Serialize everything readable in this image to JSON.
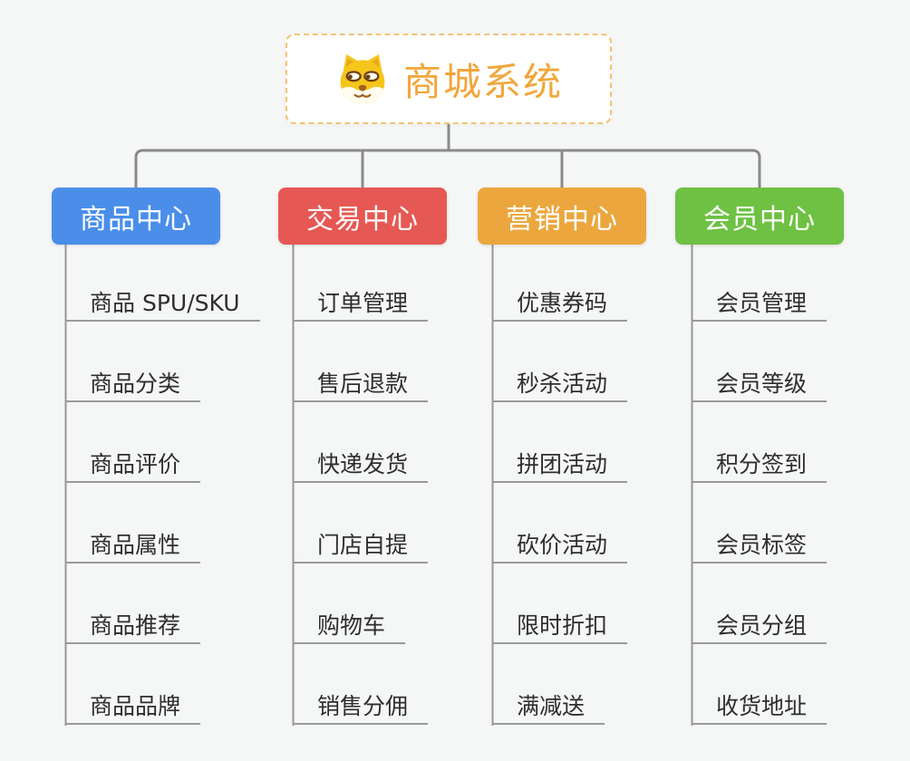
{
  "root": {
    "title": "商城系统",
    "icon": "dog-face-icon"
  },
  "branches": [
    {
      "label": "商品中心",
      "color": "#4a8eea",
      "children": [
        "商品 SPU/SKU",
        "商品分类",
        "商品评价",
        "商品属性",
        "商品推荐",
        "商品品牌"
      ]
    },
    {
      "label": "交易中心",
      "color": "#e65853",
      "children": [
        "订单管理",
        "售后退款",
        "快递发货",
        "门店自提",
        "购物车",
        "销售分佣"
      ]
    },
    {
      "label": "营销中心",
      "color": "#eba73e",
      "children": [
        "优惠券码",
        "秒杀活动",
        "拼团活动",
        "砍价活动",
        "限时折扣",
        "满减送"
      ]
    },
    {
      "label": "会员中心",
      "color": "#6ec143",
      "children": [
        "会员管理",
        "会员等级",
        "积分签到",
        "会员标签",
        "会员分组",
        "收货地址"
      ]
    }
  ],
  "colors": {
    "background": "#f5f6f6",
    "root_text": "#f0a73c",
    "root_border": "#f2c476",
    "connector": "#8a8a8a",
    "child_underline": "#9a9a9a",
    "child_text": "#2e2e2e"
  }
}
